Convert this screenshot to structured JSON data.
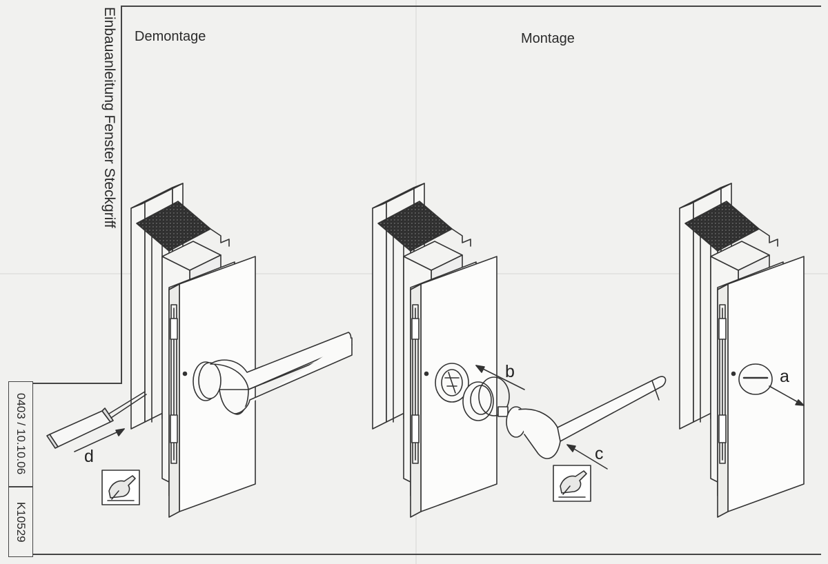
{
  "document": {
    "side_title": "Einbauanleitung Fenster Steckgriff",
    "sections": {
      "left": "Demontage",
      "right": "Montage"
    },
    "stamp": {
      "date_code": "0403 / 10.10.06",
      "part_number": "K10529"
    },
    "callouts": {
      "a": "a",
      "b": "b",
      "c": "c",
      "d": "d"
    },
    "icons": [
      "screwdriver-icon",
      "hand-tool-icon",
      "window-handle-icon",
      "cover-cap-icon",
      "arrow-icon"
    ]
  }
}
